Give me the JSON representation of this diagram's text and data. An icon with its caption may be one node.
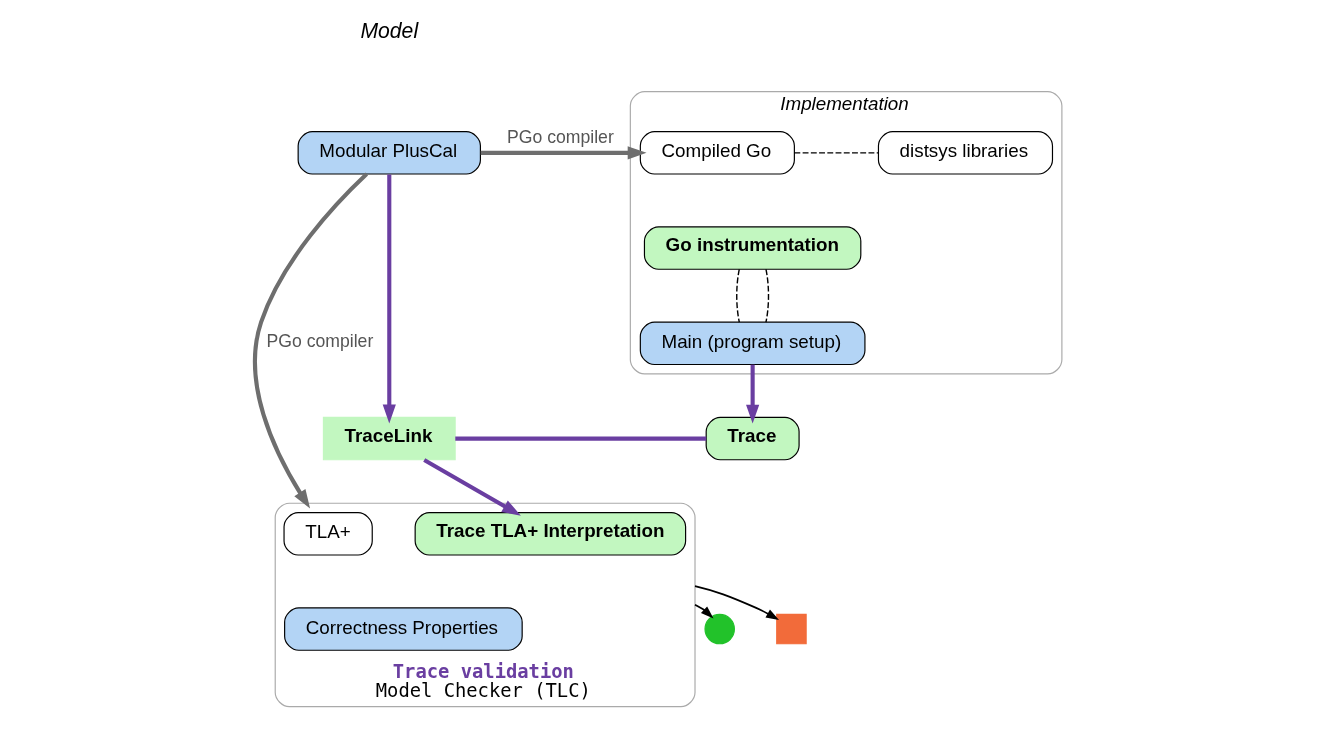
{
  "diagram": {
    "nodes": [
      {
        "text": [
          "Modular PlusCal"
        ]
      },
      {
        "text": [
          "Implementation"
        ]
      },
      {
        "text": [
          "Compiled Go"
        ],
        "in": 1
      },
      {
        "text": [
          "distsys libraries"
        ],
        "in": 1
      },
      {
        "text": [
          "Go instrumentation"
        ],
        "in": 1
      },
      {
        "text": [
          "Main (program setup)"
        ],
        "in": 1
      },
      {
        "text": [
          "Trace validation",
          "Model Checker (TLC)"
        ]
      },
      {
        "text": [
          "TLA+"
        ],
        "in": 6
      },
      {
        "text": [
          "Correctness Properties"
        ],
        "in": 6
      },
      {
        "text": [
          "Trace TLA+ Interpretation"
        ],
        "in": 6
      },
      {
        "text": [
          "TraceLink"
        ]
      },
      {
        "text": [
          "Trace"
        ]
      },
      {
        "text": [],
        "shape": "checkmark"
      },
      {
        "text": [],
        "shape": "cross"
      }
    ],
    "edges": [
      {
        "from": 0,
        "to": 2,
        "arrow": "to",
        "label": "PGo compiler",
        "color": "#6e6e6e"
      },
      {
        "from": 0,
        "to": 6,
        "arrow": "to",
        "label": "PGo compiler",
        "color": "#6e6e6e"
      },
      {
        "from": 2,
        "to": 3,
        "arrow": "none",
        "style": "dashed"
      },
      {
        "from": 4,
        "to": 5,
        "arrow": "none",
        "style": "dashed"
      },
      {
        "from": 4,
        "to": 5,
        "arrow": "none",
        "style": "dashed"
      },
      {
        "from": 0,
        "to": 10,
        "arrow": "to",
        "color": "#6a3ea1"
      },
      {
        "from": 5,
        "to": 11,
        "arrow": "to",
        "color": "#6a3ea1"
      },
      {
        "from": 11,
        "to": 10,
        "arrow": "none",
        "color": "#6a3ea1"
      },
      {
        "from": 10,
        "to": 9,
        "arrow": "to",
        "color": "#6a3ea1"
      },
      {
        "from": 6,
        "to": 12,
        "arrow": "to"
      },
      {
        "from": 6,
        "to": 13,
        "arrow": "to"
      }
    ],
    "labels": [
      "Model"
    ]
  }
}
